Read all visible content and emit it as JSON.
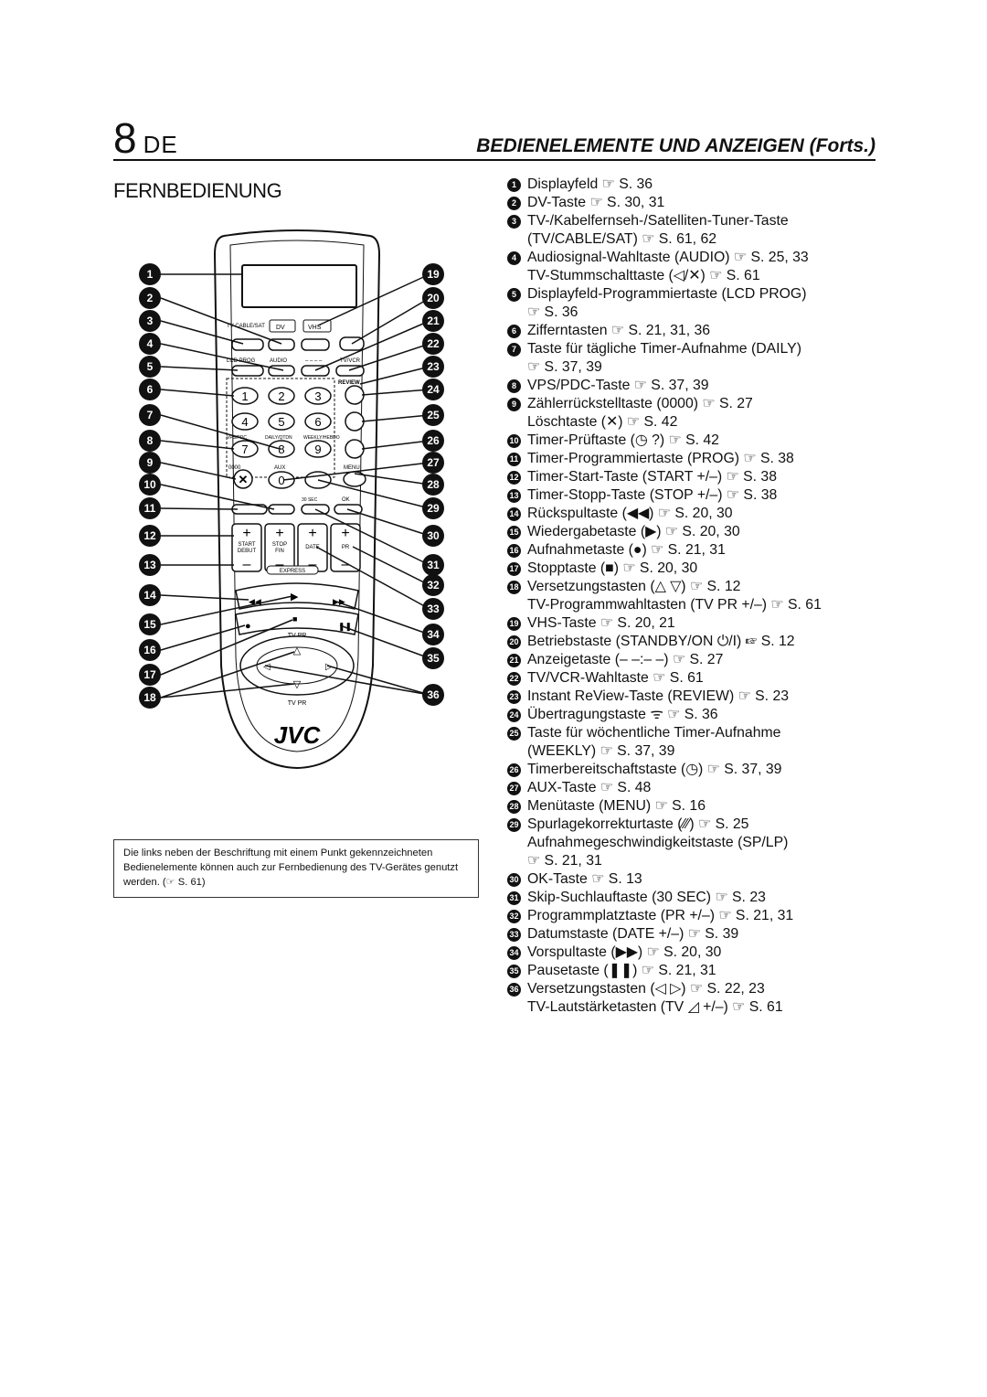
{
  "page": {
    "number": "8",
    "lang": "DE"
  },
  "header": {
    "title": "BEDIENELEMENTE UND ANZEIGEN (Forts.)"
  },
  "section": {
    "title": "FERNBEDIENUNG"
  },
  "note": "Die links neben der Beschriftung mit einem Punkt gekennzeichneten Bedienelemente können auch zur Fernbedienung des TV-Gerätes genutzt werden. (☞ S. 61)",
  "remote": {
    "brand": "JVC",
    "labels": {
      "tv_cable_sat": "TV\nCABLE/SAT",
      "dv": "DV",
      "vhs": "VHS",
      "lcd_prog": "LCD PROG",
      "audio": "AUDIO",
      "tv_vcr": "TV/VCR",
      "review": "REVIEW",
      "vps_pdc": "VPS/PDC",
      "daily": "DAILY/QTDN",
      "weekly": "WEEKLY/HEBDO",
      "zero4": "0000",
      "aux": "AUX",
      "menu": "MENU",
      "sec30": "30 SEC",
      "ok": "OK",
      "start": "START",
      "debut": "DEBUT",
      "stop": "STOP",
      "fin": "FIN",
      "date": "DATE",
      "pr": "PR",
      "express": "EXPRESS",
      "tv_pr": "TV PR",
      "dashes": "– – – –",
      "digits": [
        "1",
        "2",
        "3",
        "4",
        "5",
        "6",
        "7",
        "8",
        "9",
        "0"
      ]
    }
  },
  "callouts_left": [
    "1",
    "2",
    "3",
    "4",
    "5",
    "6",
    "7",
    "8",
    "9",
    "10",
    "11",
    "12",
    "13",
    "14",
    "15",
    "16",
    "17",
    "18"
  ],
  "callouts_right": [
    "19",
    "20",
    "21",
    "22",
    "23",
    "24",
    "25",
    "26",
    "27",
    "28",
    "29",
    "30",
    "31",
    "32",
    "33",
    "34",
    "35",
    "36"
  ],
  "items": [
    {
      "n": "1",
      "lines": [
        "Displayfeld ☞ S. 36"
      ]
    },
    {
      "n": "2",
      "lines": [
        "DV-Taste ☞ S. 30, 31"
      ]
    },
    {
      "n": "3",
      "lines": [
        "TV-/Kabelfernseh-/Satelliten-Tuner-Taste",
        "(TV/CABLE/SAT) ☞ S. 61, 62"
      ]
    },
    {
      "n": "4",
      "lines": [
        "Audiosignal-Wahltaste (AUDIO) ☞ S. 25, 33",
        "TV-Stummschalttaste (◁/✕) ☞ S. 61"
      ]
    },
    {
      "n": "5",
      "lines": [
        "Displayfeld-Programmiertaste (LCD PROG)",
        "☞ S. 36"
      ]
    },
    {
      "n": "6",
      "lines": [
        "Zifferntasten ☞ S. 21, 31, 36"
      ]
    },
    {
      "n": "7",
      "lines": [
        "Taste für tägliche Timer-Aufnahme (DAILY)",
        "☞ S. 37, 39"
      ]
    },
    {
      "n": "8",
      "lines": [
        "VPS/PDC-Taste ☞ S. 37, 39"
      ]
    },
    {
      "n": "9",
      "lines": [
        "Zählerrückstelltaste (0000) ☞ S. 27",
        "Löschtaste (✕) ☞ S. 42"
      ]
    },
    {
      "n": "10",
      "lines": [
        "Timer-Prüftaste (◷ ?) ☞ S. 42"
      ]
    },
    {
      "n": "11",
      "lines": [
        "Timer-Programmiertaste (PROG) ☞ S. 38"
      ]
    },
    {
      "n": "12",
      "lines": [
        "Timer-Start-Taste (START +/–) ☞ S. 38"
      ]
    },
    {
      "n": "13",
      "lines": [
        "Timer-Stopp-Taste (STOP +/–) ☞ S. 38"
      ]
    },
    {
      "n": "14",
      "lines": [
        "Rückspultaste (◀◀) ☞ S. 20, 30"
      ]
    },
    {
      "n": "15",
      "lines": [
        "Wiedergabetaste (▶) ☞ S. 20, 30"
      ]
    },
    {
      "n": "16",
      "lines": [
        "Aufnahmetaste (●) ☞ S. 21, 31"
      ]
    },
    {
      "n": "17",
      "lines": [
        "Stopptaste (■) ☞ S. 20, 30"
      ]
    },
    {
      "n": "18",
      "lines": [
        "Versetzungstasten (△ ▽) ☞ S. 12",
        "TV-Programmwahltasten (TV PR +/–) ☞ S. 61"
      ]
    },
    {
      "n": "19",
      "lines": [
        "VHS-Taste ☞ S. 20, 21"
      ]
    },
    {
      "n": "20",
      "lines": [
        "Betriebstaste (STANDBY/ON ⏻/I) ☞ S. 12"
      ]
    },
    {
      "n": "21",
      "lines": [
        "Anzeigetaste (– –:– –) ☞ S. 27"
      ]
    },
    {
      "n": "22",
      "lines": [
        "TV/VCR-Wahltaste ☞ S. 61"
      ]
    },
    {
      "n": "23",
      "lines": [
        "Instant ReView-Taste (REVIEW) ☞ S. 23"
      ]
    },
    {
      "n": "24",
      "lines": [
        "Übertragungstaste ᯤ ☞ S. 36"
      ]
    },
    {
      "n": "25",
      "lines": [
        "Taste für wöchentliche Timer-Aufnahme",
        "(WEEKLY) ☞ S. 37, 39"
      ]
    },
    {
      "n": "26",
      "lines": [
        "Timerbereitschaftstaste (◷) ☞ S. 37, 39"
      ]
    },
    {
      "n": "27",
      "lines": [
        "AUX-Taste ☞ S. 48"
      ]
    },
    {
      "n": "28",
      "lines": [
        "Menütaste (MENU) ☞ S. 16"
      ]
    },
    {
      "n": "29",
      "lines": [
        "Spurlagekorrekturtaste (⁄⁄⁄) ☞ S. 25",
        "Aufnahmegeschwindigkeitstaste (SP/LP)",
        "☞ S. 21, 31"
      ]
    },
    {
      "n": "30",
      "lines": [
        "OK-Taste ☞ S. 13"
      ]
    },
    {
      "n": "31",
      "lines": [
        "Skip-Suchlauftaste (30 SEC) ☞ S. 23"
      ]
    },
    {
      "n": "32",
      "lines": [
        "Programmplatztaste (PR +/–) ☞ S. 21, 31"
      ]
    },
    {
      "n": "33",
      "lines": [
        "Datumstaste (DATE +/–) ☞ S. 39"
      ]
    },
    {
      "n": "34",
      "lines": [
        "Vorspultaste (▶▶) ☞ S. 20, 30"
      ]
    },
    {
      "n": "35",
      "lines": [
        "Pausetaste (❚❚) ☞ S. 21, 31"
      ]
    },
    {
      "n": "36",
      "lines": [
        "Versetzungstasten (◁ ▷) ☞ S. 22, 23",
        "TV-Lautstärketasten (TV ◿ +/–) ☞ S. 61"
      ]
    }
  ]
}
